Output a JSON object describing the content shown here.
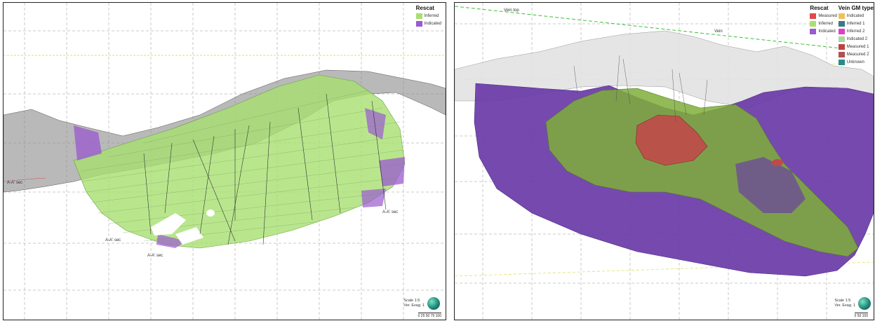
{
  "left_view": {
    "legend": {
      "title": "Rescat",
      "items": [
        {
          "label": "Inferred",
          "color": "#a8e070"
        },
        {
          "label": "Indicated",
          "color": "#9a5ad0"
        }
      ]
    },
    "labels": [
      "A-A' sec",
      "A-A' sec",
      "A-A' sec",
      "A-A' sec"
    ],
    "scale_text": [
      "Scale 1:5",
      "Ver. Exag. 1"
    ],
    "ruler_text": "0 25 50 75 100"
  },
  "right_view": {
    "legend_rescat": {
      "title": "Rescat",
      "items": [
        {
          "label": "Measured",
          "color": "#e04a4a"
        },
        {
          "label": "Inferred",
          "color": "#a8e070"
        },
        {
          "label": "Indicated",
          "color": "#9a5ad0"
        }
      ]
    },
    "legend_vein": {
      "title": "Vein GM type",
      "items": [
        {
          "label": "Indicated",
          "color": "#f0c060"
        },
        {
          "label": "Inferred 1",
          "color": "#3a7a8a"
        },
        {
          "label": "Inferred 2",
          "color": "#e040c0"
        },
        {
          "label": "Indicated 2",
          "color": "#a8d8a0"
        },
        {
          "label": "Measured 1",
          "color": "#c04040"
        },
        {
          "label": "Measured 2",
          "color": "#b05050"
        },
        {
          "label": "Unknown",
          "color": "#2a8a8a"
        }
      ]
    },
    "labels": [
      "Vein top",
      "Vein"
    ],
    "scale_text": [
      "Scale 1:5",
      "Ver. Exag. 1"
    ],
    "ruler_text": "0 50 100"
  }
}
